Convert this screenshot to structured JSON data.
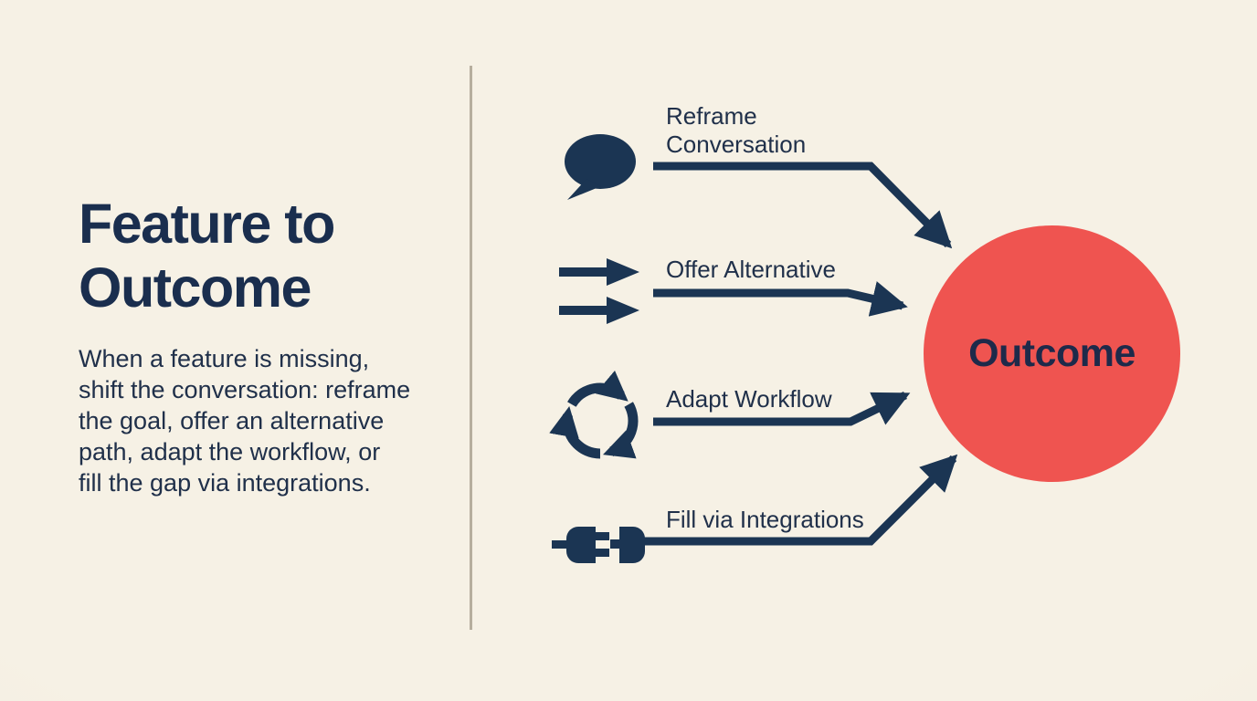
{
  "colors": {
    "bg": "#F5F0E3",
    "navy": "#1B3553",
    "title": "#1A2E4E",
    "text": "#20304A",
    "red": "#EF5450",
    "divider": "#B6AE9E"
  },
  "left_panel": {
    "title": "Feature to\nOutcome",
    "description": "When a feature is missing,\nshift the conversation: reframe\nthe goal, offer an alternative\npath, adapt the workflow, or\nfill the gap via integrations."
  },
  "flow": {
    "items": [
      {
        "icon": "speech-bubble-icon",
        "label": "Reframe\nConversation"
      },
      {
        "icon": "double-arrow-icon",
        "label": "Offer Alternative"
      },
      {
        "icon": "cycle-icon",
        "label": "Adapt Workflow"
      },
      {
        "icon": "plug-icon",
        "label": "Fill via Integrations"
      }
    ],
    "outcome_label": "Outcome"
  }
}
